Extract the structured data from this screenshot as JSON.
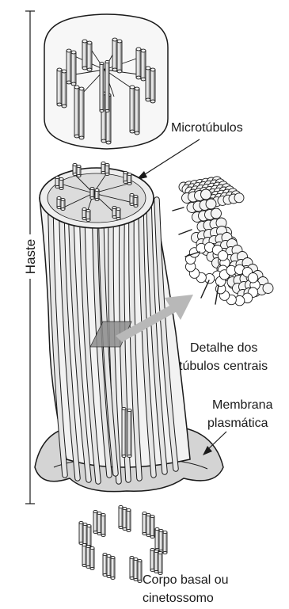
{
  "labels": {
    "haste": "Haste",
    "microtubulos": "Microtúbulos",
    "detalhe_line1": "Detalhe dos",
    "detalhe_line2": "túbulos centrais",
    "membrana_line1": "Membrana",
    "membrana_line2": "plasmática",
    "corpo_line1": "Corpo basal ou",
    "corpo_line2": "cinetossomo"
  },
  "colors": {
    "outline": "#1a1a1a",
    "tubule_fill": "#e6e6e6",
    "tubule_shade": "#9a9a9a",
    "membrane_shade": "#bdbdbd",
    "arrow": "#b8b8b8",
    "section_plate": "#8c8c8c"
  }
}
